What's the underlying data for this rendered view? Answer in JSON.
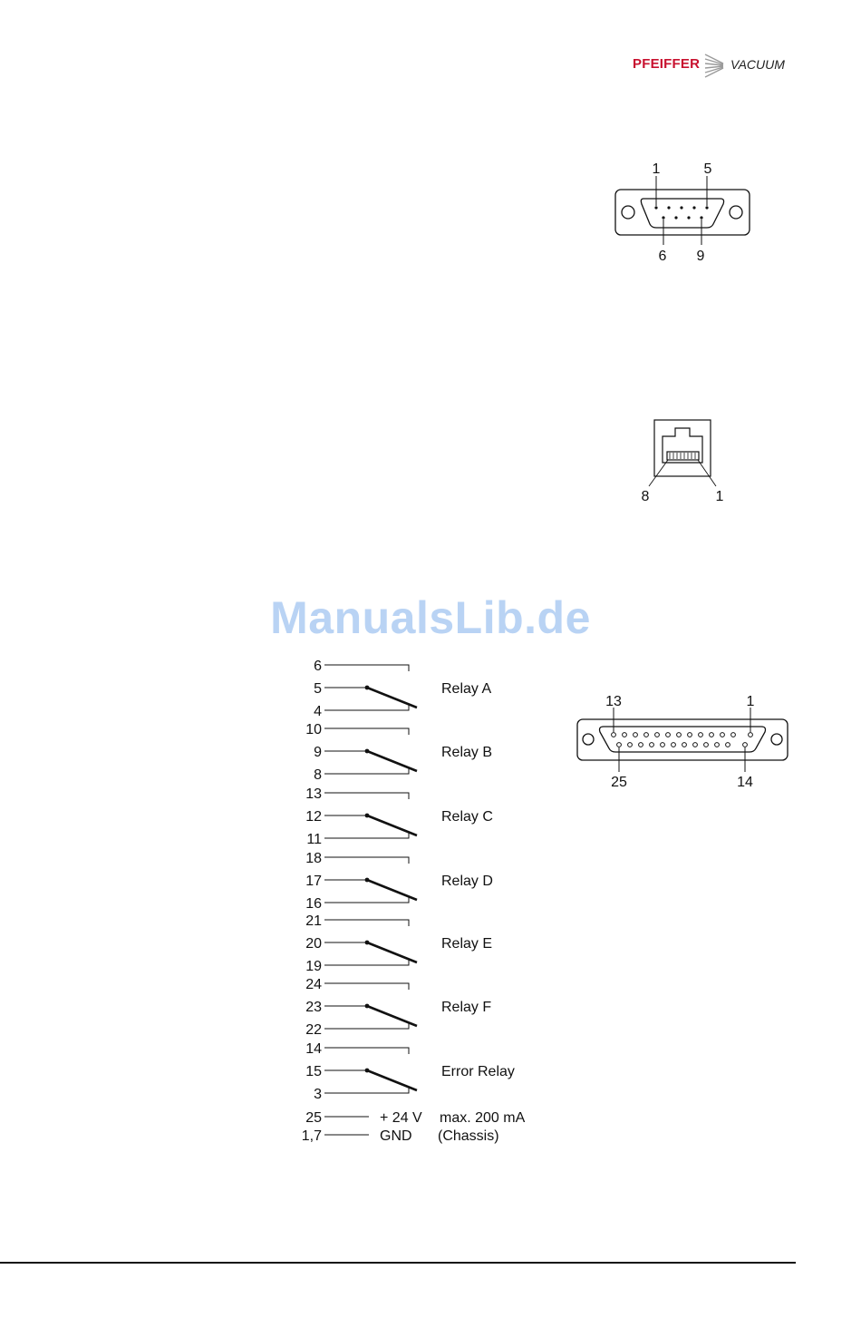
{
  "header": {
    "brand": "PFEIFFER",
    "brand_sub": "VACUUM",
    "brand_color": "#c8102e"
  },
  "sub_d9": {
    "pin_top_left": "1",
    "pin_top_right": "5",
    "pin_bottom_left": "6",
    "pin_bottom_right": "9"
  },
  "rj45": {
    "pin_left": "8",
    "pin_right": "1"
  },
  "watermark": "ManualsLib.de",
  "relays": [
    {
      "pin_no": "6",
      "pin_com": "5",
      "pin_nc": "4",
      "label": "Relay A"
    },
    {
      "pin_no": "10",
      "pin_com": "9",
      "pin_nc": "8",
      "label": "Relay B"
    },
    {
      "pin_no": "13",
      "pin_com": "12",
      "pin_nc": "11",
      "label": "Relay C"
    },
    {
      "pin_no": "18",
      "pin_com": "17",
      "pin_nc": "16",
      "label": "Relay D"
    },
    {
      "pin_no": "21",
      "pin_com": "20",
      "pin_nc": "19",
      "label": "Relay E"
    },
    {
      "pin_no": "24",
      "pin_com": "23",
      "pin_nc": "22",
      "label": "Relay F"
    },
    {
      "pin_no": "14",
      "pin_com": "15",
      "pin_nc": "3",
      "label": "Error Relay"
    }
  ],
  "power": [
    {
      "pin": "25",
      "signal": "+ 24 V",
      "note": "max. 200 mA"
    },
    {
      "pin": "1,7",
      "signal": "GND",
      "note": "(Chassis)"
    }
  ],
  "sub_d25": {
    "pin_top_left": "13",
    "pin_top_right": "1",
    "pin_bottom_left": "25",
    "pin_bottom_right": "14"
  }
}
